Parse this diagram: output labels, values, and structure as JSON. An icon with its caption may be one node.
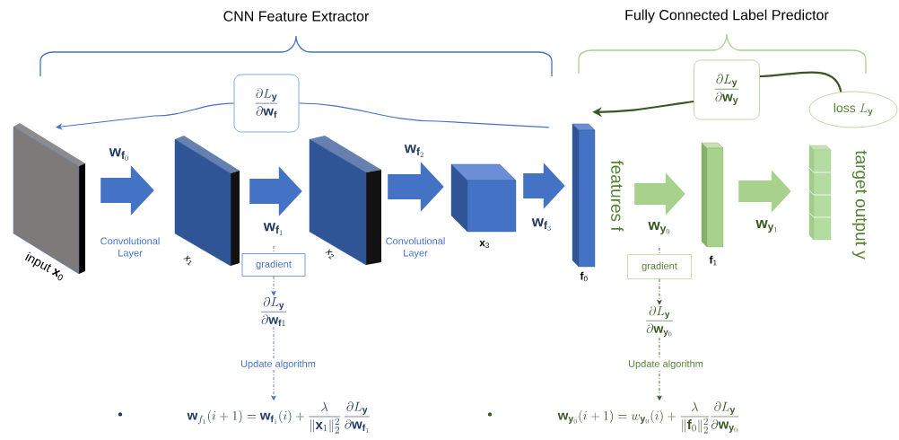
{
  "diagram": {
    "nodes": [
      {
        "text": [],
        "shape": "box",
        "beside": [
          "input **x**$_{0}$"
        ]
      },
      {
        "text": [],
        "shape": "box",
        "beside": [
          "*x*$_{1}$"
        ]
      },
      {
        "text": [],
        "shape": "box",
        "beside": [
          "*x*$_{2}$"
        ]
      },
      {
        "text": [],
        "shape": "cube",
        "beside": [
          "**x**$_{3}$"
        ]
      },
      {
        "text": [],
        "shape": "bar",
        "beside": [
          "features f",
          "**f**$_{0}$"
        ]
      },
      {
        "text": [],
        "shape": "bar",
        "beside": [
          "**f**$_{1}$"
        ]
      },
      {
        "text": [],
        "shape": "bar",
        "beside": [
          "target output y"
        ]
      },
      {
        "text": [
          "\\frac{\\partial L_{\\mathbf{y}}}{\\partial \\mathbf{w}_{\\mathbf{f}}}"
        ]
      },
      {
        "text": [
          "\\frac{\\partial L_{\\mathbf{y}}}{\\partial \\mathbf{w}_{\\mathbf{y}}}"
        ]
      },
      {
        "text": [
          "\\text{loss}\\ L_{\\mathbf{y}}"
        ]
      },
      {
        "text": [
          "gradient"
        ]
      },
      {
        "text": [
          "\\frac{\\partial L_{\\mathbf{y}}}{\\partial \\mathbf{w}_{\\mathbf{f}1}}"
        ]
      },
      {
        "text": [
          "\\mathbf{w}_{f_1}(i+1)=\\mathbf{w}_{\\mathbf{f}_1}(i)+\\frac{\\lambda}{\\|\\mathbf{x}_1\\|_2^2}\\,\\frac{\\partial L_{\\mathbf{y}}}{\\partial \\mathbf{w}_{\\mathbf{f}_1}}"
        ]
      },
      {
        "text": [
          "gradient"
        ]
      },
      {
        "text": [
          "\\frac{\\partial L_{\\mathbf{y}}}{\\partial \\mathbf{w}_{\\mathbf{y}_0}}"
        ]
      },
      {
        "text": [
          "\\mathbf{w}_{\\mathbf{y}_0}(i+1)=w_{\\mathbf{y}_0}(i)+\\frac{\\lambda}{\\|\\mathbf{f}_0\\|_2^2}\\frac{\\partial L_{\\mathbf{y}}}{\\partial \\mathbf{w}_{\\mathbf{y}_0}}"
        ]
      }
    ],
    "edges": [
      {
        "from": 0,
        "to": 1,
        "arrow": "to",
        "style": "thick",
        "label": "\\mathbf{w}_{\\mathbf{f}_0}"
      },
      {
        "from": 1,
        "to": 2,
        "arrow": "to",
        "style": "thick",
        "label": "\\mathbf{w}_{\\mathbf{f}_1}"
      },
      {
        "from": 2,
        "to": 3,
        "arrow": "to",
        "style": "thick",
        "label": "\\mathbf{w}_{\\mathbf{f}_2}"
      },
      {
        "from": 3,
        "to": 4,
        "arrow": "to",
        "style": "thick",
        "label": "\\mathbf{w}_{\\mathbf{f}_3}"
      },
      {
        "from": 4,
        "to": 5,
        "arrow": "to",
        "style": "thick",
        "color": "#a9d18e",
        "label": "\\mathbf{w}_{\\mathbf{y}_0}"
      },
      {
        "from": 5,
        "to": 6,
        "arrow": "to",
        "style": "thick",
        "color": "#a9d18e",
        "label": "\\mathbf{w}_{\\mathbf{y}_1}"
      },
      {
        "from": 4,
        "to": 7,
        "arrow": "none"
      },
      {
        "from": 7,
        "to": 0,
        "arrow": "to"
      },
      {
        "from": 9,
        "to": 8,
        "arrow": "none",
        "color": "#385723"
      },
      {
        "from": 8,
        "to": 4,
        "arrow": "to",
        "color": "#385723"
      },
      {
        "from": null,
        "to": 10,
        "arrow": "none",
        "style": "dashed"
      },
      {
        "from": 10,
        "to": 11,
        "arrow": "to",
        "style": "dashed"
      },
      {
        "from": 11,
        "to": 12,
        "arrow": "to",
        "style": "dashed",
        "label": "Update algorithm"
      },
      {
        "from": null,
        "to": 13,
        "arrow": "none",
        "style": "dashed",
        "color": "#385723"
      },
      {
        "from": 13,
        "to": 14,
        "arrow": "to",
        "style": "dashed",
        "color": "#385723"
      },
      {
        "from": 14,
        "to": 15,
        "arrow": "to",
        "style": "dashed",
        "color": "#385723",
        "label": "Update algorithm"
      }
    ],
    "labels": [
      "CNN Feature Extractor",
      "Fully Connected Label Predictor",
      "Convolutional Layer",
      "Convolutional Layer",
      "•",
      "•"
    ]
  }
}
